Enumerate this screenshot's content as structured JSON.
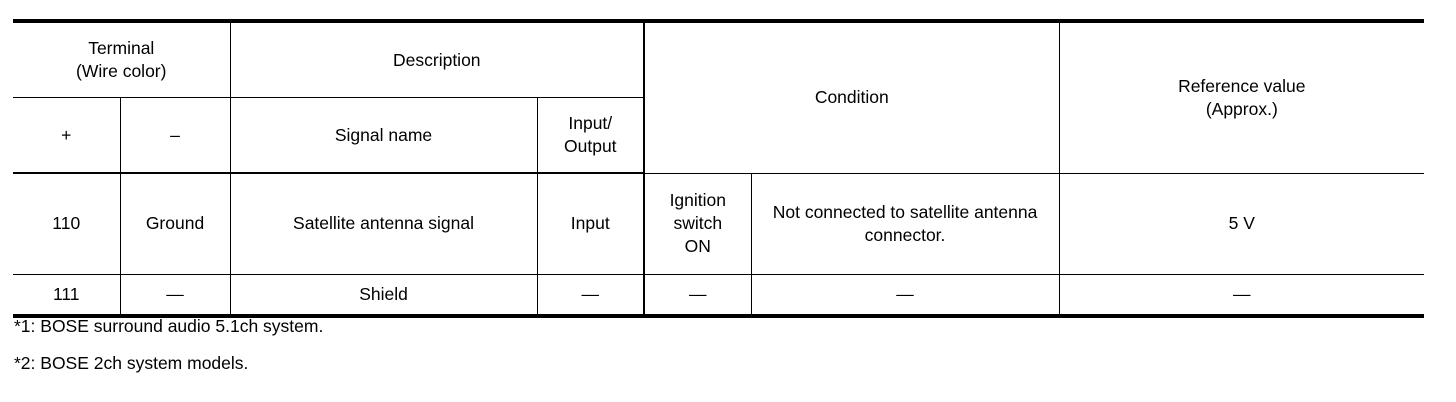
{
  "table": {
    "header": {
      "terminal": {
        "line1": "Terminal",
        "line2": "(Wire color)"
      },
      "description": "Description",
      "condition": "Condition",
      "reference": {
        "line1": "Reference value",
        "line2": "(Approx.)"
      },
      "plus": "+",
      "minus": "–",
      "signal_name": "Signal name",
      "input_output": {
        "line1": "Input/",
        "line2": "Output"
      }
    },
    "rows": [
      {
        "terminal_plus": "110",
        "terminal_minus": "Ground",
        "signal_name": "Satellite antenna signal",
        "input_output": "Input",
        "condition_state": {
          "line1": "Ignition",
          "line2": "switch",
          "line3": "ON"
        },
        "condition_detail": "Not connected to satellite antenna connector.",
        "reference_value": "5 V"
      },
      {
        "terminal_plus": "111",
        "terminal_minus": "—",
        "signal_name": "Shield",
        "input_output": "—",
        "condition_state": {
          "line1": "—",
          "line2": "",
          "line3": ""
        },
        "condition_detail": "—",
        "reference_value": "—"
      }
    ]
  },
  "footnotes": [
    "*1: BOSE surround audio 5.1ch system.",
    "*2: BOSE 2ch system models."
  ],
  "colors": {
    "rule": "#000000",
    "text": "#000000",
    "background": "#ffffff"
  }
}
